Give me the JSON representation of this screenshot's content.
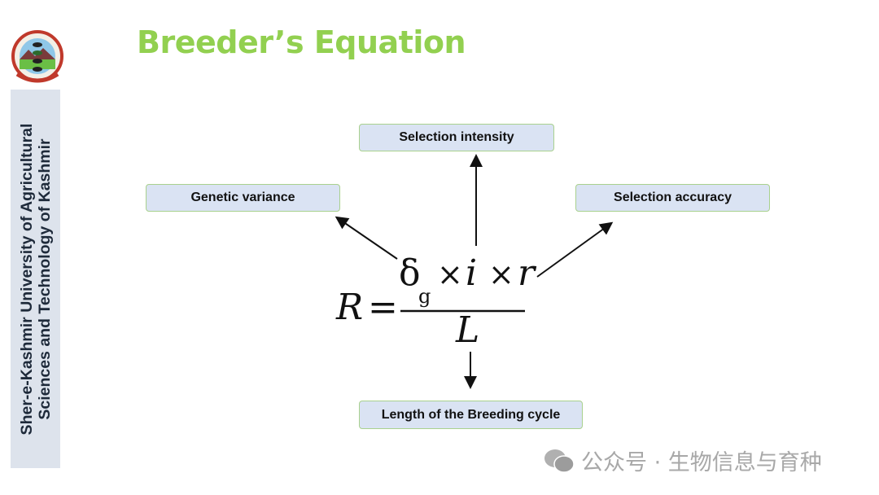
{
  "title": "Breeder’s Equation",
  "sidebar": {
    "line1": "Sher-e-Kashmir University of Agricultural",
    "line2": "Sciences and Technology of Kashmir"
  },
  "boxes": {
    "intensity": "Selection intensity",
    "variance": "Genetic variance",
    "accuracy": "Selection accuracy",
    "length": "Length of the Breeding cycle"
  },
  "equation": {
    "lhs": "R",
    "equals": "=",
    "sigma": "δ",
    "sub": "g",
    "times1": "×",
    "i": "i",
    "times2": "×",
    "r": "r",
    "denominator": "L"
  },
  "watermark": {
    "text": "公众号 · 生物信息与育种",
    "icon": "wechat-icon"
  }
}
